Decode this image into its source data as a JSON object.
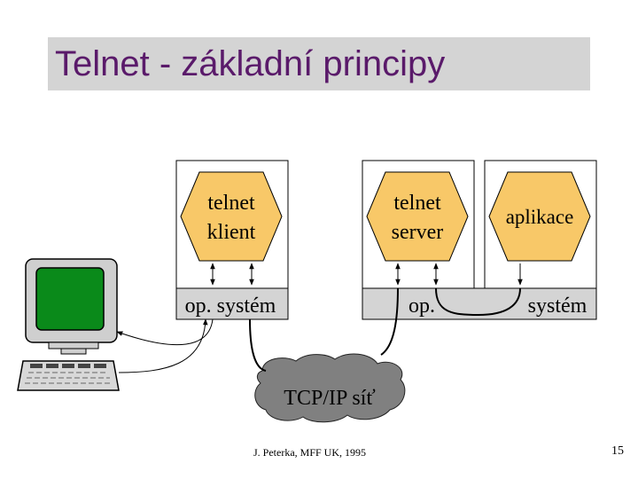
{
  "slide": {
    "title": "Telnet - základní principy",
    "footer": "J. Peterka, MFF UK, 1995",
    "page_number": "15"
  },
  "diagram": {
    "client": {
      "line1": "telnet",
      "line2": "klient"
    },
    "client_os": "op. systém",
    "server": {
      "line1": "telnet",
      "line2": "server"
    },
    "application": "aplikace",
    "server_os_left": "op.",
    "server_os_right": "systém",
    "network": "TCP/IP síť"
  },
  "colors": {
    "title_text": "#5a1a6a",
    "title_band": "#d4d4d4",
    "hexagon_fill": "#f8c868",
    "os_band": "#d4d4d4",
    "cloud": "#808080",
    "screen": "#0a8a1a"
  }
}
